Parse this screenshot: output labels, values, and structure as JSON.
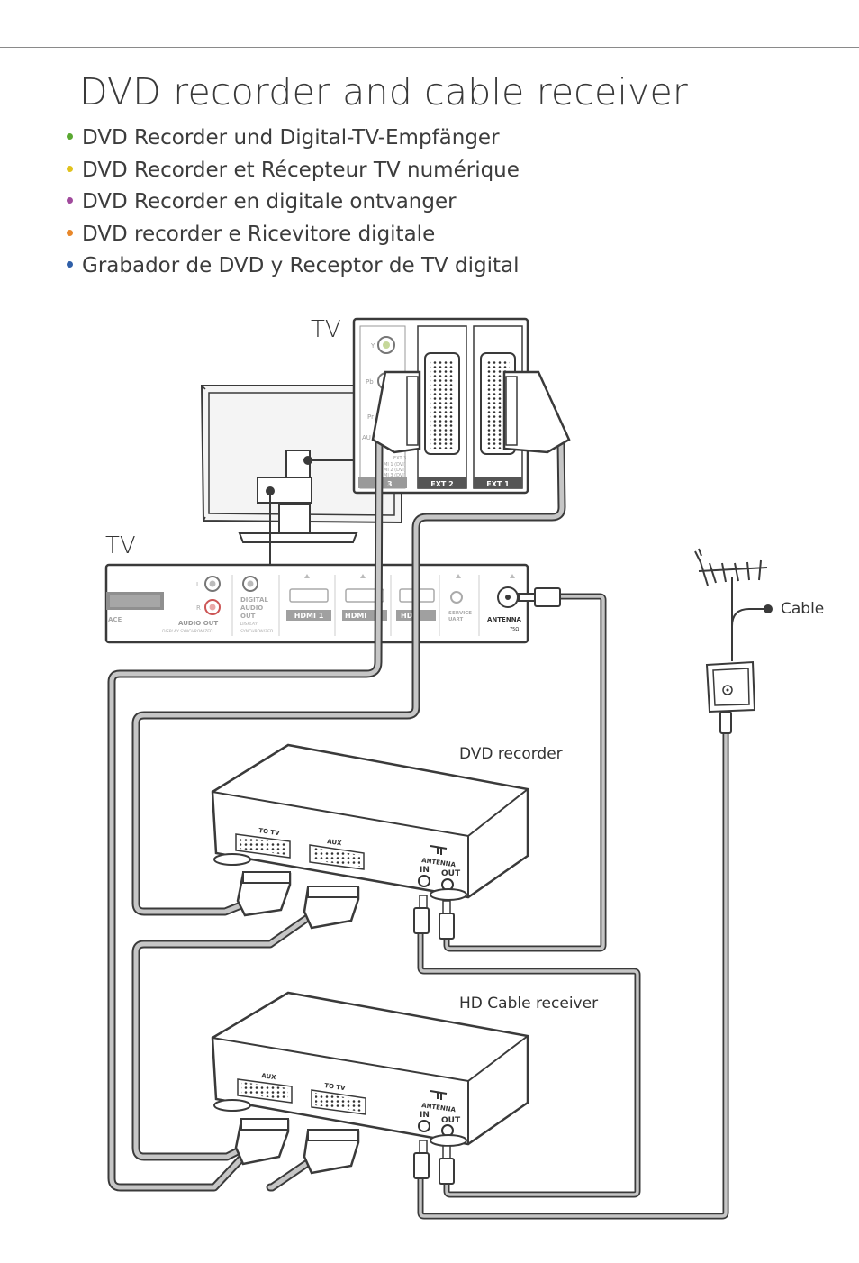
{
  "title": "DVD recorder and cable receiver",
  "languages": [
    {
      "text": "DVD Recorder und Digital-TV-Empfänger",
      "color": "#5aa832"
    },
    {
      "text": "DVD Recorder et Récepteur TV numérique",
      "color": "#e1c21c"
    },
    {
      "text": "DVD Recorder en digitale ontvanger",
      "color": "#a04a9c"
    },
    {
      "text": "DVD recorder e Ricevitore digitale",
      "color": "#e8872a"
    },
    {
      "text": "Grabador de DVD y Receptor de TV digital",
      "color": "#2f5fa8"
    }
  ],
  "labels": {
    "tv_top": "TV",
    "tv_side": "TV",
    "cable": "Cable",
    "dvd_recorder": "DVD recorder",
    "hd_cable_receiver": "HD Cable receiver"
  },
  "tv_panel": {
    "y": "Y",
    "pb": "Pb",
    "pr": "Pr",
    "au": "AU",
    "ext3": "3",
    "ext2": "EXT 2",
    "ext1": "EXT 1",
    "ext3_small": "EXT 3",
    "ext3_small2": "MI 1 (DVI)",
    "ext3_small3": "MI 2 (DVI)",
    "ext3_small4": "MI 3 (DVI)"
  },
  "tv_side_panel": {
    "ace": "ACE",
    "l": "L",
    "r": "R",
    "audio_out": "AUDIO OUT",
    "display_sync": "DISPLAY SYNCHRONIZED",
    "digital": "DIGITAL",
    "audio": "AUDIO",
    "out": "OUT",
    "display": "DISPLAY",
    "synchronized": "SYNCHRONIZED",
    "hdmi1": "HDMI 1",
    "hdmi2": "HDMI",
    "hdmi3": "HD",
    "service": "SERVICE",
    "uart": "UART",
    "antenna": "ANTENNA",
    "ohm": "75Ω"
  },
  "dvd": {
    "totv": "TO TV",
    "aux": "AUX",
    "antenna": "ANTENNA",
    "in": "IN",
    "out": "OUT"
  },
  "hd": {
    "aux": "AUX",
    "totv": "TO TV",
    "antenna": "ANTENNA",
    "in": "IN",
    "out": "OUT"
  },
  "colors": {
    "cable_fill": "#c6c6c6",
    "cable_edge": "#3a3a3a",
    "line": "#3a3a3a"
  }
}
